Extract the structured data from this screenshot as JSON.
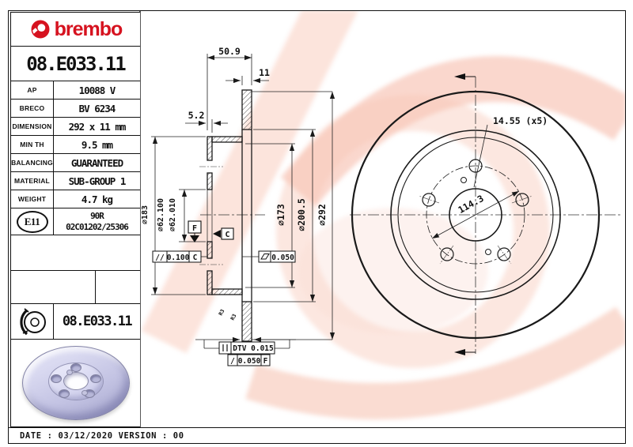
{
  "brand": {
    "wordmark": "brembo"
  },
  "part_number": "08.E033.11",
  "spec_table": {
    "rows": [
      {
        "label": "AP",
        "value": "10088 V"
      },
      {
        "label": "BRECO",
        "value": "BV 6234"
      },
      {
        "label": "DIMENSION",
        "value": "292 x 11 mm"
      },
      {
        "label": "MIN TH",
        "value": "9.5 mm"
      },
      {
        "label": "BALANCING",
        "value": "GUARANTEED"
      },
      {
        "label": "MATERIAL",
        "value": "SUB-GROUP 1"
      },
      {
        "label": "WEIGHT",
        "value": "4.7 kg"
      }
    ]
  },
  "homologation": {
    "mark": "E11",
    "line1": "90R",
    "line2": "02C01202/25306"
  },
  "footer_block": {
    "part_number": "08.E033.11"
  },
  "status_bar": {
    "text": "DATE : 03/12/2020 VERSION : 00"
  },
  "colors": {
    "brand_red": "#d6121f",
    "watermark_salmon": "#f5b49c",
    "disc_lavender": "#c9c9e8"
  },
  "drawing": {
    "section": {
      "hat_width": "50.9",
      "thickness": "11",
      "wall": "5.2",
      "bore_upper": "⌀62.100",
      "bore_lower": "⌀62.010",
      "hat_dia": "⌀183",
      "inner_dia": "⌀173",
      "contact_dia": "⌀200.5",
      "outer_dia": "⌀292",
      "datum_f": "F",
      "datum_c": "C",
      "parallelism_sym": "//",
      "parallelism_val": "0.100",
      "parallelism_ref": "C",
      "flatness_val": "0.050",
      "dtv": "DTV 0.015",
      "runout_sym": "/",
      "runout_val": "0.050",
      "runout_ref": "F",
      "fillet_a": "R3",
      "fillet_b": "R3"
    },
    "front": {
      "bolt_holes": "14.55 (x5)",
      "bolt_circle": "114.3"
    }
  }
}
